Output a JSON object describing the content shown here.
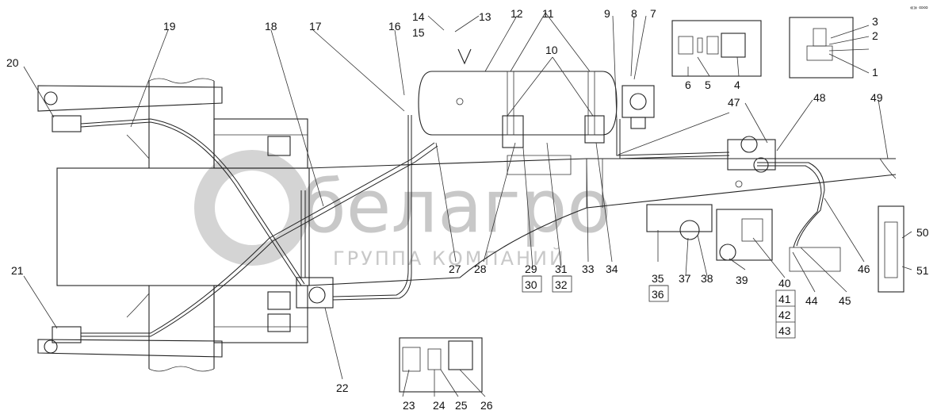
{
  "watermark": {
    "brand": "белагро",
    "subtitle": "ГРУППА КОМПАНИЙ"
  },
  "corner_mark": "«» ∞∞",
  "callouts": [
    "1",
    "2",
    "3",
    "4",
    "5",
    "6",
    "7",
    "8",
    "9",
    "10",
    "11",
    "12",
    "13",
    "14",
    "15",
    "16",
    "17",
    "18",
    "19",
    "20",
    "21",
    "22",
    "23",
    "24",
    "25",
    "26",
    "27",
    "28",
    "29",
    "30",
    "31",
    "32",
    "33",
    "34",
    "35",
    "36",
    "37",
    "38",
    "39",
    "40",
    "41",
    "42",
    "43",
    "44",
    "45",
    "46",
    "47",
    "48",
    "49",
    "50",
    "51"
  ]
}
